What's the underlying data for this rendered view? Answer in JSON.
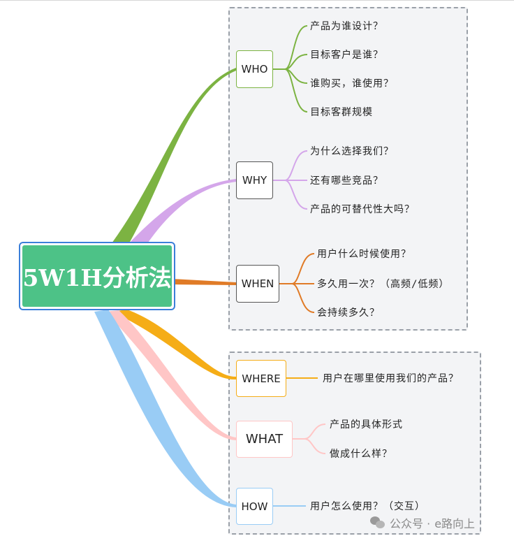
{
  "central_topic": "5W1H分析法",
  "branches": [
    {
      "label": "WHO",
      "color": "#7cb342",
      "items": [
        "产品为谁设计？",
        "目标客户是谁？",
        "谁购买，谁使用？",
        "目标客群规模"
      ]
    },
    {
      "label": "WHY",
      "color": "#d4a6ea",
      "items": [
        "为什么选择我们？",
        "还有哪些竞品？",
        "产品的可替代性大吗？"
      ]
    },
    {
      "label": "WHEN",
      "color": "#e07b27",
      "items": [
        "用户什么时候使用？",
        "多久用一次？（高频/低频）",
        "会持续多久？"
      ]
    },
    {
      "label": "WHERE",
      "color": "#f5ad17",
      "items": [
        "用户在哪里使用我们的产品？"
      ]
    },
    {
      "label": "WHAT",
      "color": "#ffc6c6",
      "items": [
        "产品的具体形式",
        "做成什么样？"
      ]
    },
    {
      "label": "HOW",
      "color": "#99ccf5",
      "items": [
        "用户怎么使用？（交互）"
      ]
    }
  ],
  "watermark": {
    "prefix": "公众号 · ",
    "name": "e路向上",
    "icon": "wechat-icon"
  }
}
